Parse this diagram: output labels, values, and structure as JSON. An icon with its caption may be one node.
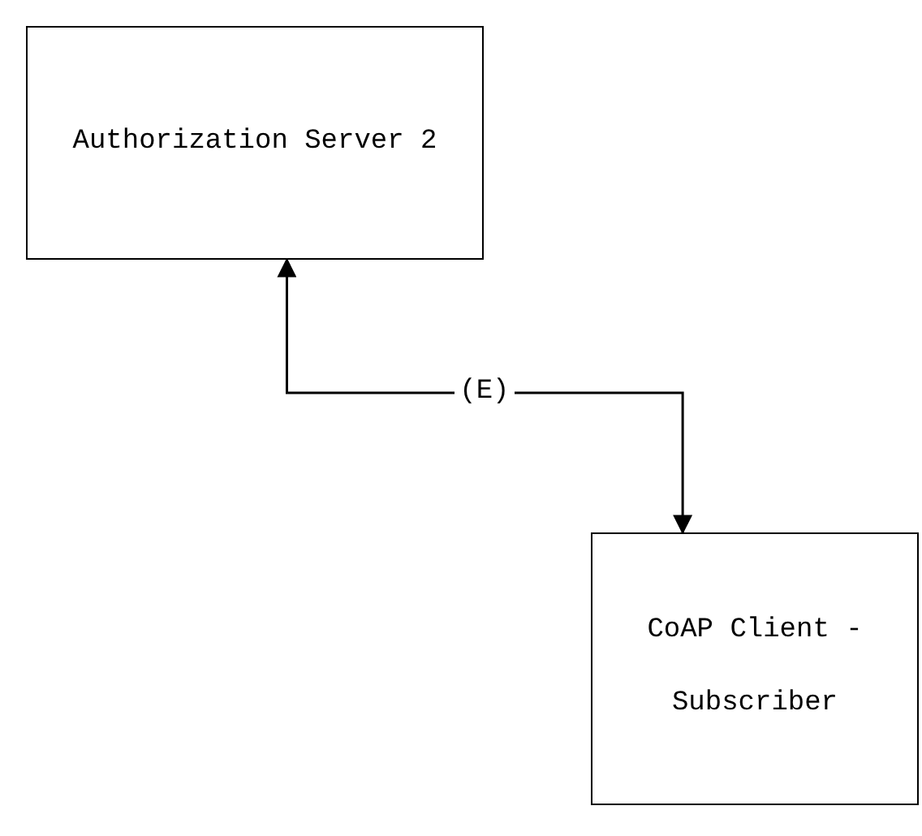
{
  "diagram": {
    "nodes": [
      {
        "text": [
          "Authorization Server 2"
        ]
      },
      {
        "text": [
          "CoAP Client -",
          "Subscriber"
        ]
      }
    ],
    "edges": [
      {
        "from": 0,
        "to": 1,
        "arrow": "both",
        "label": "(E)"
      }
    ]
  }
}
